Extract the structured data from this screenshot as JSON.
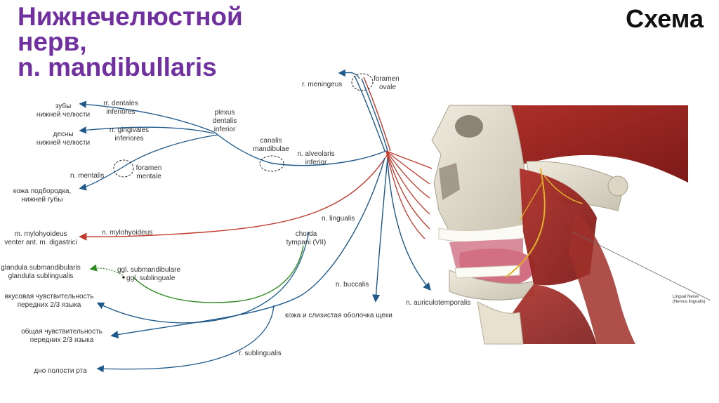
{
  "header": {
    "title_line1": "Нижнечелюстной",
    "title_line2": "нерв,",
    "title_line3": "n. mandibullaris",
    "schema_label": "Схема"
  },
  "colors": {
    "title": "#7030a0",
    "sensory_nerve": "#1f5a8c",
    "motor_nerve": "#c0392b",
    "chorda": "#2e8b22"
  },
  "labels": {
    "r_meningeus": "r. meningeus",
    "foramen_ovale_1": "foramen",
    "foramen_ovale_2": "ovale",
    "teeth_1": "зубы",
    "teeth_2": "нижней челюсти",
    "rr_dentales_1": "rr. dentales",
    "rr_dentales_2": "inferiores",
    "plexus_1": "plexus",
    "plexus_2": "dentalis",
    "plexus_3": "inferior",
    "gums_1": "десны",
    "gums_2": "нижней челюсти",
    "rr_gingivales_1": "rr. gingivales",
    "rr_gingivales_2": "inferiores",
    "canalis_1": "canalis",
    "canalis_2": "mandibulae",
    "alveolaris_1": "n. alveolaris",
    "alveolaris_2": "inferior",
    "n_mentalis": "n. mentalis",
    "foramen_mentale_1": "foramen",
    "foramen_mentale_2": "mentale",
    "skin_chin_1": "кожа подбородка,",
    "skin_chin_2": "нижней губы",
    "n_lingualis": "n. lingualis",
    "mylohyoideus_target_1": "m. mylohyoideus",
    "mylohyoideus_target_2": "venter ant. m. digastrici",
    "n_mylohyoideus": "n. mylohyoideus",
    "chorda_1": "chorda",
    "chorda_2": "tympani (VII)",
    "glandula_1": "glandula submandibularis",
    "glandula_2": "glandula sublingualis",
    "ggl_1": "ggl. submandibulare",
    "ggl_2": "ggl. sublinguale",
    "n_buccalis": "n. buccalis",
    "taste_1": "вкусовая чувствительность",
    "taste_2": "передних 2/3 языка",
    "n_auriculotemporalis": "n. auriculotemporalis",
    "cheek": "кожа и слизистая оболочка щеки",
    "general_1": "общая чувствительность",
    "general_2": "передних 2/3 языка",
    "r_sublingualis": "r. sublingualis",
    "floor": "дно полости рта",
    "image_label_1": "Lingual Nerve",
    "image_label_2": "(Nervus lingualis)"
  }
}
